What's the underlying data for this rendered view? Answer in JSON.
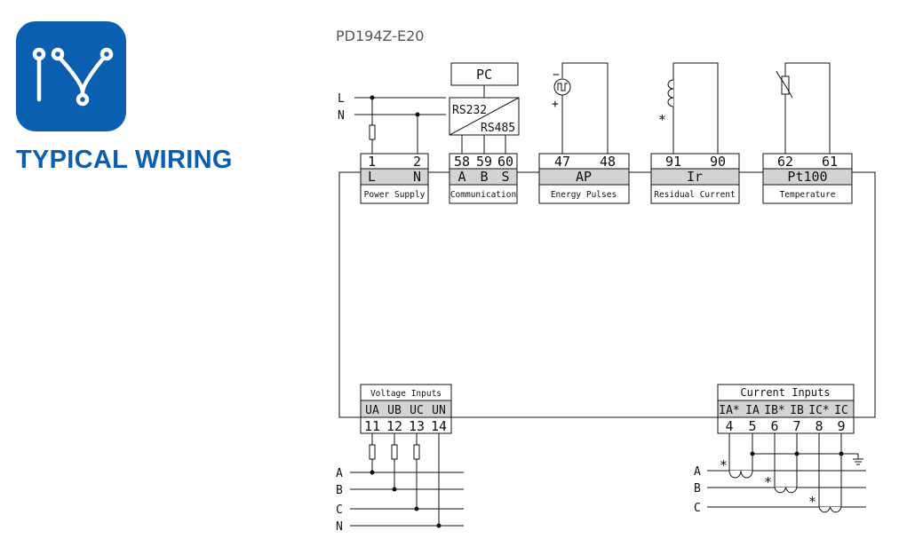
{
  "branding": {
    "logo_icon": "wiring-logo-icon",
    "section_title": "TYPICAL WIRING",
    "brand_color": "#0a5fb0"
  },
  "diagram": {
    "model": "PD194Z-E20",
    "pc": "PC",
    "converter": {
      "top": "RS232",
      "bottom": "RS485"
    },
    "terminal_blocks": [
      {
        "numbers": [
          "1",
          "2"
        ],
        "signals": [
          "L",
          "N"
        ],
        "caption": "Power Supply"
      },
      {
        "numbers": [
          "58",
          "59",
          "60"
        ],
        "signals": [
          "A",
          "B",
          "S"
        ],
        "caption": "Communication"
      },
      {
        "numbers": [
          "47",
          "48"
        ],
        "signals": [
          "AP"
        ],
        "caption": "Energy Pulses"
      },
      {
        "numbers": [
          "91",
          "90"
        ],
        "signals": [
          "Ir"
        ],
        "caption": "Residual Current"
      },
      {
        "numbers": [
          "62",
          "61"
        ],
        "signals": [
          "Pt100"
        ],
        "caption": "Temperature"
      }
    ],
    "voltage_block": {
      "caption": "Voltage Inputs",
      "signals": [
        "UA",
        "UB",
        "UC",
        "UN"
      ],
      "numbers": [
        "11",
        "12",
        "13",
        "14"
      ]
    },
    "current_block": {
      "caption": "Current Inputs",
      "signals": [
        "IA*",
        "IA",
        "IB*",
        "IB",
        "IC*",
        "IC"
      ],
      "numbers": [
        "4",
        "5",
        "6",
        "7",
        "8",
        "9"
      ]
    },
    "supply_lines": [
      "L",
      "N"
    ],
    "voltage_lines": [
      "A",
      "B",
      "C",
      "N"
    ],
    "current_lines": [
      "A",
      "B",
      "C"
    ],
    "polarity_mark": "*"
  }
}
